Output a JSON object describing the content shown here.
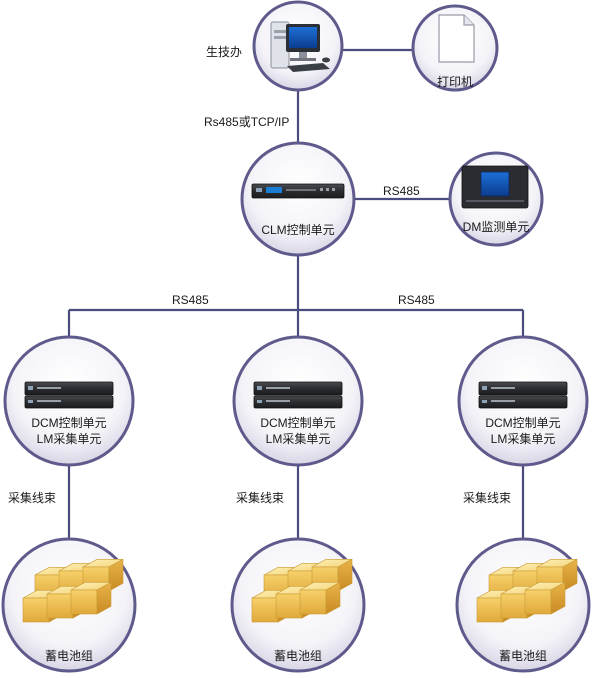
{
  "nodes": {
    "pc": {
      "label": "生技办"
    },
    "printer": {
      "label": "打印机"
    },
    "clm": {
      "label": "CLM控制单元"
    },
    "dm": {
      "label": "DM监测单元"
    },
    "dcm_left": {
      "line1": "DCM控制单元",
      "line2": "LM采集单元"
    },
    "dcm_mid": {
      "line1": "DCM控制单元",
      "line2": "LM采集单元"
    },
    "dcm_right": {
      "line1": "DCM控制单元",
      "line2": "LM采集单元"
    },
    "battery_left": {
      "label": "蓄电池组"
    },
    "battery_mid": {
      "label": "蓄电池组"
    },
    "battery_right": {
      "label": "蓄电池组"
    }
  },
  "links": {
    "pc_clm": "Rs485或TCP/IP",
    "clm_dm": "RS485",
    "bus_left": "RS485",
    "bus_right": "RS485",
    "harness_left": "采集线束",
    "harness_mid": "采集线束",
    "harness_right": "采集线束"
  },
  "colors": {
    "line": "#4a4b7e",
    "circle_border": "#5e5a8c",
    "battery": "#f0c65a"
  }
}
